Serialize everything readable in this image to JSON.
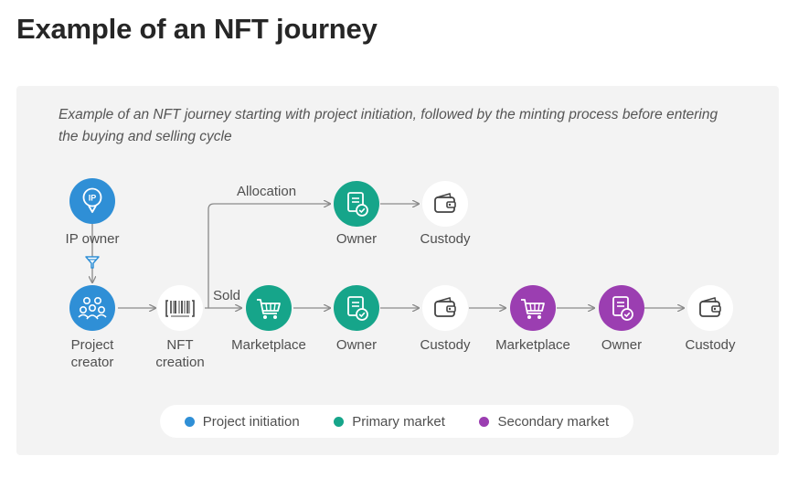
{
  "header": {
    "title": "Example of an NFT journey"
  },
  "diagram": {
    "subtitle": "Example of an NFT journey starting with project initiation, followed by the minting process before entering the buying and selling cycle",
    "colors": {
      "initiation": "#2f8fd6",
      "primary": "#16a58a",
      "secondary": "#9b3eb1",
      "neutral": "#ffffff"
    },
    "nodes": {
      "ip_owner": {
        "label": "IP owner",
        "icon": "ip-icon"
      },
      "project_creator": {
        "label": "Project creator",
        "icon": "team-icon"
      },
      "nft_creation": {
        "label": "NFT creation",
        "icon": "barcode-icon"
      },
      "alloc_owner": {
        "label": "Owner",
        "icon": "certificate-icon"
      },
      "alloc_custody": {
        "label": "Custody",
        "icon": "wallet-icon"
      },
      "primary_marketplace": {
        "label": "Marketplace",
        "icon": "cart-icon"
      },
      "primary_owner": {
        "label": "Owner",
        "icon": "certificate-icon"
      },
      "primary_custody": {
        "label": "Custody",
        "icon": "wallet-icon"
      },
      "secondary_marketplace": {
        "label": "Marketplace",
        "icon": "cart-icon"
      },
      "secondary_owner": {
        "label": "Owner",
        "icon": "certificate-icon"
      },
      "secondary_custody": {
        "label": "Custody",
        "icon": "wallet-icon"
      }
    },
    "edges": {
      "allocation": "Allocation",
      "sold": "Sold"
    }
  },
  "legend": [
    {
      "label": "Project initiation",
      "color": "#2f8fd6"
    },
    {
      "label": "Primary market",
      "color": "#16a58a"
    },
    {
      "label": "Secondary market",
      "color": "#9b3eb1"
    }
  ]
}
